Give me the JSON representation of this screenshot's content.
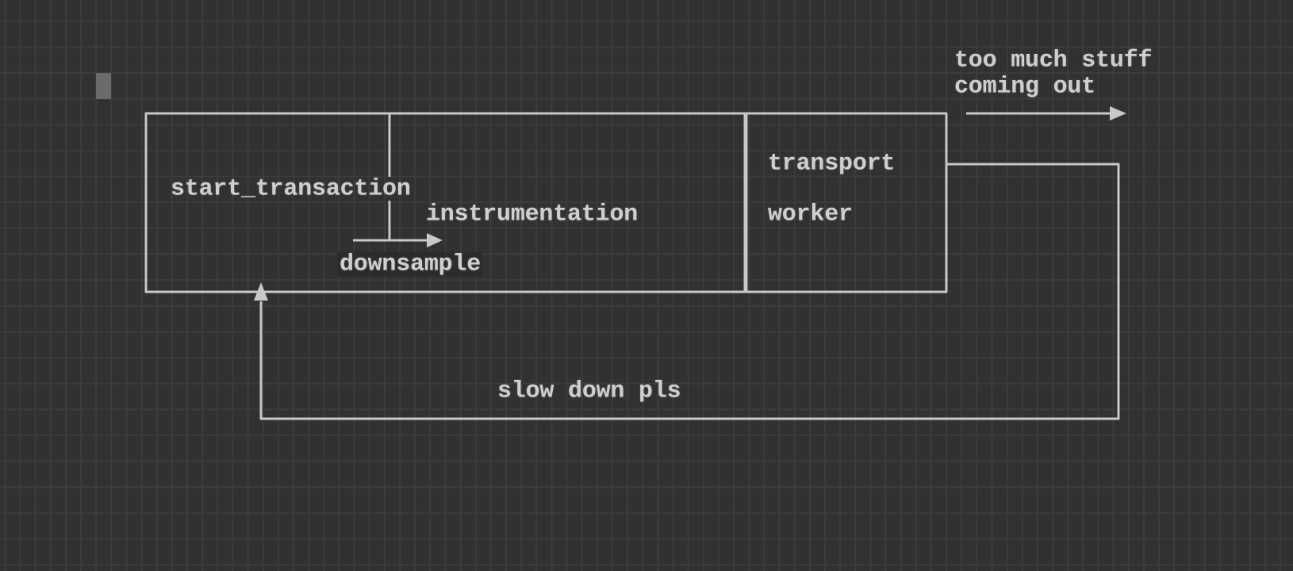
{
  "app": {
    "view": "diagram-canvas",
    "grid": "on"
  },
  "colors": {
    "canvas_bg": "#313131",
    "grid_line": "#3c3c3c",
    "stroke": "#c8c8c8",
    "text": "#cfcfcf",
    "cursor_block": "#6b6b6b",
    "downsample_highlight": "#2b2b2b"
  },
  "labels": {
    "start_transaction": "start_transaction",
    "instrumentation": "instrumentation",
    "downsample": "downsample",
    "transport": "transport",
    "worker": "worker",
    "slow_down_pls": "slow down pls",
    "too_much_stuff": "too much stuff",
    "coming_out": "coming out"
  }
}
